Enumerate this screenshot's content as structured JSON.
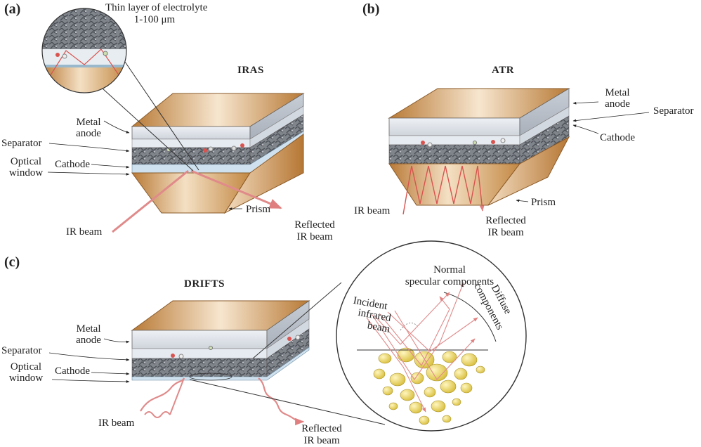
{
  "panels": {
    "a": {
      "tag": "(a)",
      "title": "IRAS",
      "inset_line1": "Thin layer of electrolyte",
      "inset_line2": "1-100 μm",
      "metal_anode": [
        "Metal",
        "anode"
      ],
      "separator": "Separator",
      "optical_window": [
        "Optical",
        "window"
      ],
      "cathode": "Cathode",
      "prism": "Prism",
      "ir_beam": "IR beam",
      "reflected": [
        "Reflected",
        "IR beam"
      ]
    },
    "b": {
      "tag": "(b)",
      "title": "ATR",
      "metal_anode": [
        "Metal",
        "anode"
      ],
      "separator": "Separator",
      "cathode": "Cathode",
      "prism": "Prism",
      "ir_beam": "IR beam",
      "reflected": [
        "Reflected",
        "IR beam"
      ]
    },
    "c": {
      "tag": "(c)",
      "title": "DRIFTS",
      "metal_anode": [
        "Metal",
        "anode"
      ],
      "separator": "Separator",
      "optical_window": [
        "Optical",
        "window"
      ],
      "cathode": "Cathode",
      "ir_beam": "IR beam",
      "reflected": [
        "Reflected",
        "IR beam"
      ],
      "incident": [
        "Incident",
        "infrared",
        "beam"
      ],
      "normal": [
        "Normal",
        "specular components"
      ],
      "diffuse": [
        "Diffuse",
        "components"
      ]
    }
  },
  "colors": {
    "copper": "#c98c45",
    "copper_light": "#f2dcc0",
    "separator": "#dfe4ea",
    "cathode": "#7c8087",
    "beam": "#e07f7f",
    "particle": "#e8d25c"
  }
}
